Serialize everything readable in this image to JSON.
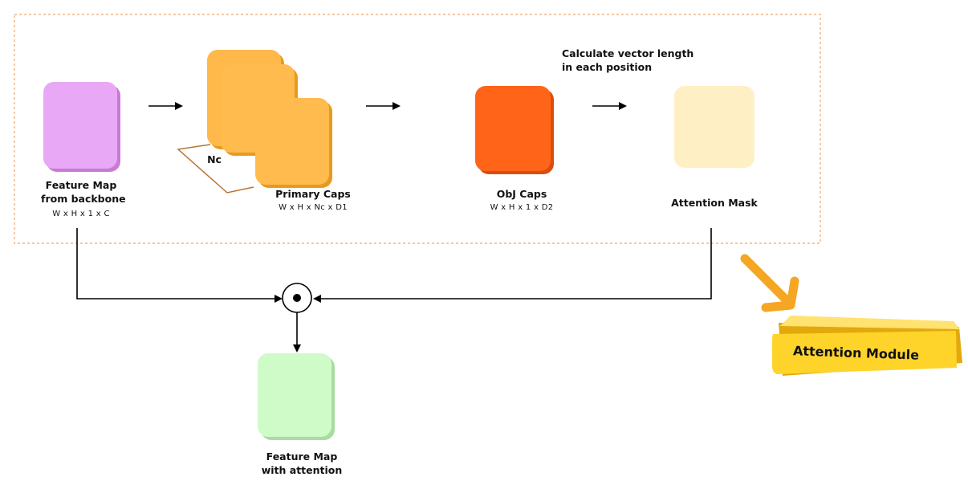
{
  "feature_map": {
    "title_line1": "Feature Map",
    "title_line2": "from backbone",
    "shape": "W x H x 1 x C",
    "color": "#E9A8F5"
  },
  "primary_caps": {
    "title": "Primary Caps",
    "shape": "W x H x Nc x D1",
    "nc_label": "Nc",
    "color": "#FFBB4D",
    "bracket_color": "#B87333"
  },
  "obj_caps": {
    "title": "ObJ Caps",
    "shape": "W x H x 1 x D2",
    "color": "#FF6419"
  },
  "attention_mask": {
    "title": "Attention Mask",
    "note_line1": "Calculate vector length",
    "note_line2": "in each position",
    "color": "#FFEFC4"
  },
  "output_map": {
    "title_line1": "Feature Map",
    "title_line2": "with attention",
    "color": "#CFFBC9"
  },
  "attention_module": {
    "label": "Attention Module",
    "color": "#FFD42A",
    "arrow_color": "#F5A623",
    "border_color": "#F0A46A"
  },
  "operator_icon": "elementwise-product-icon"
}
